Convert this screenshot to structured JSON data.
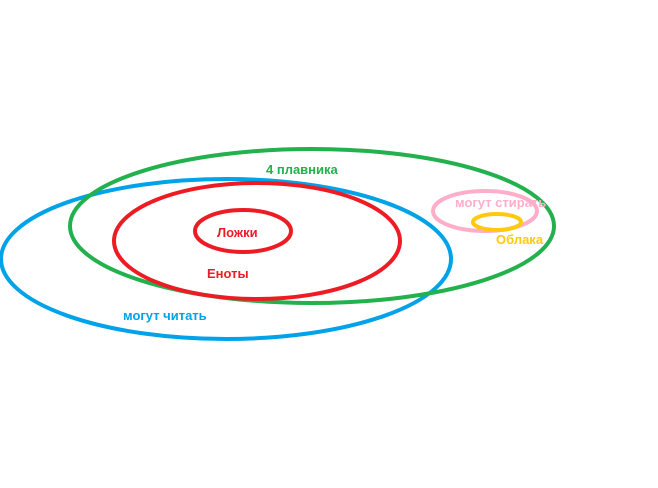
{
  "sets": [
    {
      "key": "fins",
      "label": "4 плавника",
      "color": "#22b14c"
    },
    {
      "key": "read",
      "label": "могут читать",
      "color": "#00a2e8"
    },
    {
      "key": "raccoons",
      "label": "Еноты",
      "color": "#ed1c24"
    },
    {
      "key": "spoons",
      "label": "Ложки",
      "color": "#ed1c24"
    },
    {
      "key": "erase",
      "label": "могут стирать",
      "color": "#ffaec9"
    },
    {
      "key": "clouds",
      "label": "Облака",
      "color": "#ffc90e"
    }
  ]
}
